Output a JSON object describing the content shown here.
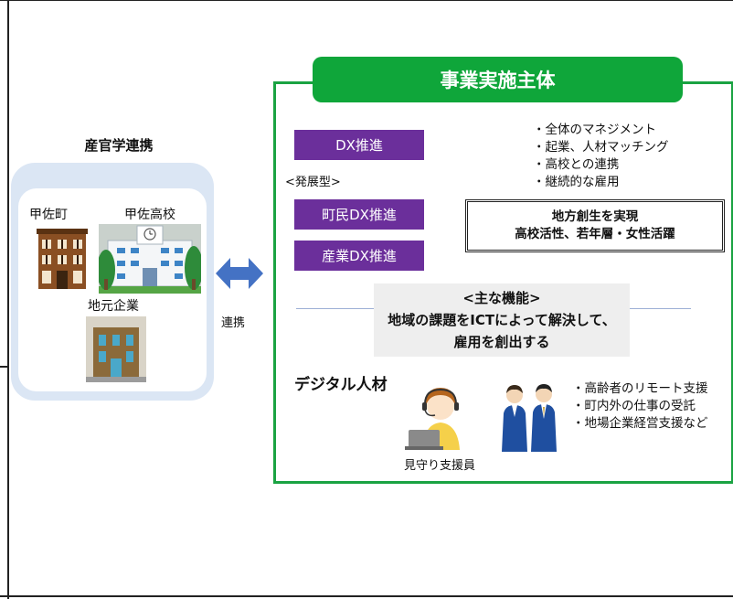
{
  "left": {
    "title": "産官学連携",
    "town_label": "甲佐町",
    "school_label": "甲佐高校",
    "company_label": "地元企業"
  },
  "link_label": "連携",
  "right": {
    "banner": "事業実施主体",
    "dx_button": "DX推進",
    "developed_label": "<発展型>",
    "citizen_dx_button": "町民DX推進",
    "industry_dx_button": "産業DX推進",
    "bullets": [
      "・全体のマネジメント",
      "・起業、人材マッチング",
      "・高校との連携",
      "・継続的な雇用"
    ],
    "goal_line1": "地方創生を実現",
    "goal_line2": "高校活性、若年層・女性活躍",
    "function_line1": "<主な機能>",
    "function_line2": "地域の課題をICTによって解決して、",
    "function_line3": "雇用を創出する",
    "digital_title": "デジタル人材",
    "operator_label": "見守り支援員",
    "services": [
      "・高齢者のリモート支援",
      "・町内外の仕事の受託",
      "・地場企業経営支援など"
    ]
  },
  "colors": {
    "green": "#0fa63a",
    "purple": "#6b2f9b",
    "panel_blue": "#dbe6f4",
    "arrow_blue": "#4472c4"
  },
  "icons": {
    "town": "town-hall-building-icon",
    "school": "school-building-icon",
    "company": "company-building-icon",
    "arrow": "double-arrow-icon",
    "operator": "support-operator-icon",
    "staff": "business-people-icon"
  }
}
